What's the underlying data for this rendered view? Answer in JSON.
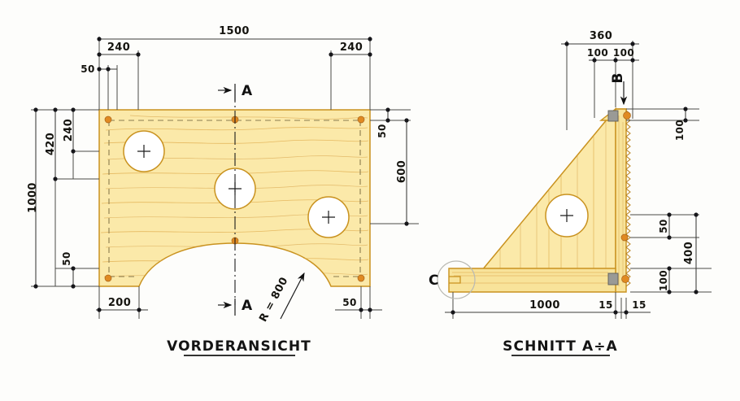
{
  "drawing": {
    "kind": "hand-drawn-technical-drawing",
    "units": "mm",
    "paper_color": "#fdfdfb",
    "wood_color": "#fbe9a9",
    "wood_edge_color": "#c9921f",
    "screw_color": "#e08a22",
    "bracket_color": "#9a9a96"
  },
  "views": {
    "front": {
      "title": "VORDERANSICHT",
      "dimensions": {
        "overall_width": "1500",
        "overall_height": "1000",
        "top_left_offset": "240",
        "top_right_offset": "240",
        "top_left_edge": "50",
        "left_upper": "420",
        "left_inner": "240",
        "left_bottom": "50",
        "bottom_left": "200",
        "bottom_right": "50",
        "right_top": "50",
        "right_lower": "600",
        "radius_note": "R = 800"
      },
      "section_marks": [
        {
          "label": "A",
          "position": "top"
        },
        {
          "label": "A",
          "position": "bottom"
        }
      ]
    },
    "section": {
      "title": "SCHNITT A÷A",
      "dimensions": {
        "top_overall": "360",
        "top_left_part": "100",
        "top_right_part": "100",
        "right_top": "100",
        "right_upper": "50",
        "right_overall": "400",
        "right_lower": "100",
        "bottom_length": "1000",
        "bottom_gap_left": "15",
        "bottom_gap_right": "15"
      },
      "detail_marks": [
        {
          "label": "B",
          "kind": "arrow-down-callout"
        },
        {
          "label": "C",
          "kind": "circle-detail-callout"
        }
      ]
    }
  },
  "chart_data": {
    "type": "table",
    "title": "Hand-drawn shelf bracket construction drawing",
    "front_view": {
      "panel_width_mm": 1500,
      "panel_height_mm": 1000,
      "holes": [
        {
          "name": "hole-upper-left",
          "cx_mm": 330,
          "cy_mm": 240,
          "d_mm": 270
        },
        {
          "name": "hole-center",
          "cx_mm": 750,
          "cy_mm": 420,
          "d_mm": 270
        },
        {
          "name": "hole-lower-right",
          "cx_mm": 1150,
          "cy_mm": 580,
          "d_mm": 270
        }
      ],
      "arch_cutout_radius_mm": 800,
      "screws": 6,
      "edge_inset_mm": 50
    },
    "section_view": {
      "base_length_mm": 1000,
      "upright_height_mm": 400,
      "top_flange_mm": 360,
      "board_thickness_mm": 15,
      "hole": {
        "name": "gusset-hole",
        "d_mm": 270
      },
      "brackets": 2,
      "screws": 4
    }
  }
}
